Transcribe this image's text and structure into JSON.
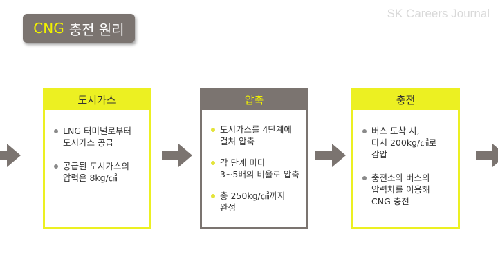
{
  "header": {
    "title_accent": "CNG",
    "title_rest": "충전 원리",
    "watermark": "SK Careers Journal"
  },
  "steps": [
    {
      "heading": "도시가스",
      "bullets": [
        "LNG 터미널로부터\n도시가스 공급",
        "공급된 도시가스의\n압력은 8kg/㎠"
      ]
    },
    {
      "heading": "압축",
      "bullets": [
        "도시가스를 4단계에\n걸쳐 압축",
        "각 단계 마다\n3~5배의 비율로 압축",
        "총 250kg/㎠까지\n완성"
      ]
    },
    {
      "heading": "충전",
      "bullets": [
        "버스 도착 시,\n다시 200kg/㎠로\n감압",
        "충전소와 버스의\n압력차를 이용해\nCNG 충전"
      ]
    }
  ],
  "colors": {
    "accent_yellow": "#ecf022",
    "dark_gray": "#7b7470",
    "arrow": "#7b7470"
  }
}
